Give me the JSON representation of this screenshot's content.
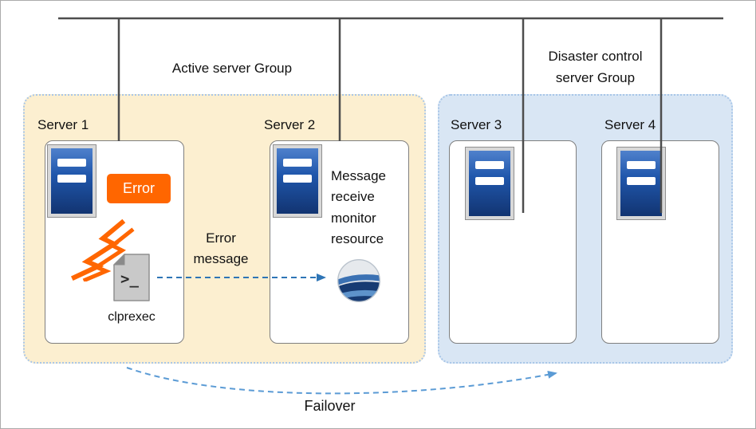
{
  "groups": {
    "active": {
      "label": "Active server Group",
      "fill": "#FCEFD0"
    },
    "disaster": {
      "label_line1": "Disaster control",
      "label_line2": "server Group",
      "fill": "#D9E6F4"
    }
  },
  "servers": [
    {
      "label": "Server 1"
    },
    {
      "label": "Server 2"
    },
    {
      "label": "Server 3"
    },
    {
      "label": "Server 4"
    }
  ],
  "server1": {
    "error_badge": "Error",
    "command_label": "clprexec"
  },
  "server2": {
    "monitor_label": "Message receive monitor resource"
  },
  "connections": {
    "error_message_label": "Error message",
    "failover_label": "Failover"
  },
  "icons": {
    "server": "server-tower-icon",
    "error_spark": "error-spark-icon",
    "clprexec": "terminal-document-icon",
    "monitor_resource": "globe-swirl-icon"
  },
  "colors": {
    "error_orange": "#FF6600",
    "server_blue": "#2057AC",
    "arrow_blue": "#2E75B6",
    "failover_blue": "#5B9BD5",
    "bus_line": "#4D4D4D",
    "active_group_fill": "#FCEFD0",
    "disaster_group_fill": "#D9E6F4",
    "group_border": "#A8C6E8"
  }
}
